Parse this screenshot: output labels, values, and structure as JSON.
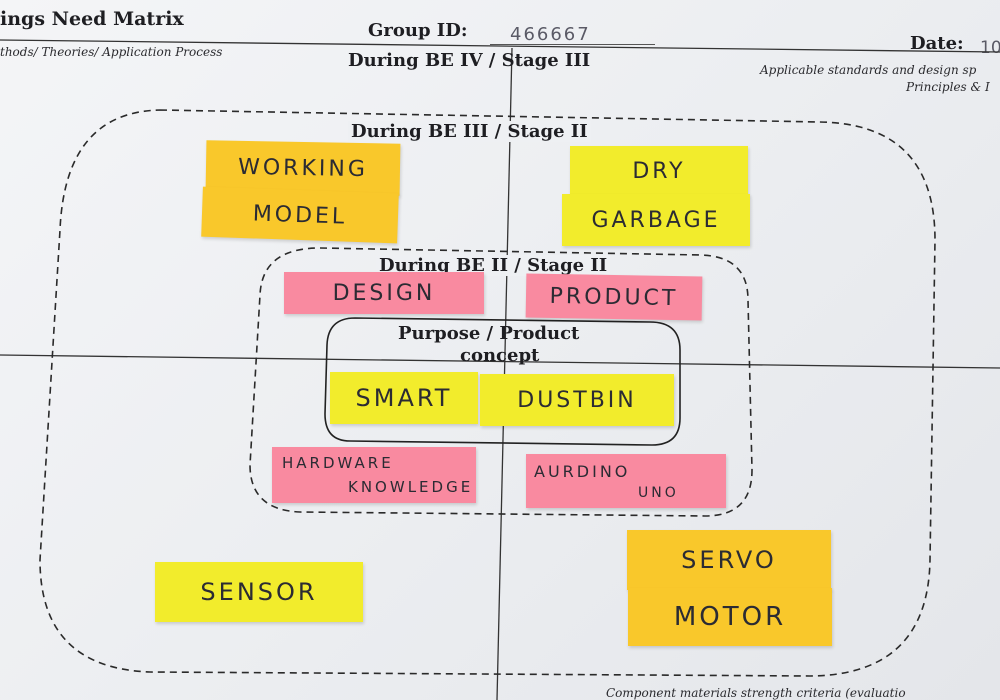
{
  "header": {
    "title": "ings Need Matrix",
    "group_label": "Group ID:",
    "group_value": "466667",
    "date_label": "Date:",
    "date_value": "10",
    "subtitle_left": "thods/ Theories/ Application Process",
    "subtitle_right_1": "Applicable standards and design sp",
    "subtitle_right_2": "Principles & I",
    "footer_text": "Component materials strength criteria (evaluatio"
  },
  "stages": {
    "outer": "During BE IV / Stage III",
    "middle": "During BE III / Stage II",
    "inner": "During BE II / Stage II",
    "center_title_1": "Purpose / Product",
    "center_title_2": "concept"
  },
  "notes": {
    "working": "WORKING",
    "model": "MODEL",
    "dry": "DRY",
    "garbage": "GARBAGE",
    "design": "DESIGN",
    "product": "PRODUCT",
    "smart": "SMART",
    "dustbin": "DUSTBIN",
    "hardware": "HARDWARE",
    "knowledge": "KNOWLEDGE",
    "aurdino": "AURDINO",
    "uno": "UNO",
    "sensor": "SENSOR",
    "servo": "SERVO",
    "motor": "MOTOR"
  },
  "colors": {
    "yellow": "#f2ec2c",
    "orange": "#f9c82b",
    "pink": "#f98aa0",
    "paper": "#eef0f3"
  }
}
